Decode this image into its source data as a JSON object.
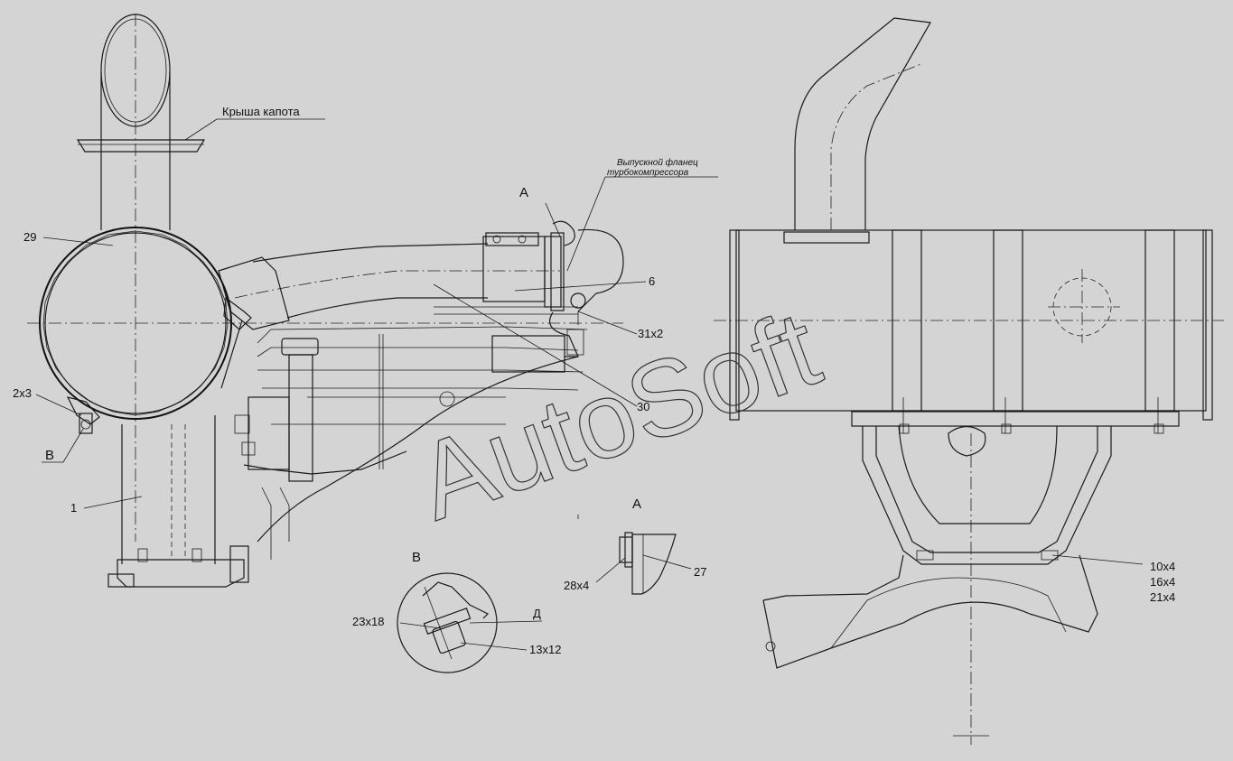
{
  "labels": {
    "hood_roof": "Крыша капота",
    "flange_line1": "Выпускной фланец",
    "flange_line2": "турбокомпрессора",
    "p29": "29",
    "p2x3": "2х3",
    "p1": "1",
    "p6": "6",
    "p31x2": "31х2",
    "p30": "30",
    "p27": "27",
    "p28x4": "28х4",
    "p23x18": "23х18",
    "p13x12": "13х12",
    "pD": "Д",
    "p10x4": "10х4",
    "p16x4": "16х4",
    "p21x4": "21х4"
  },
  "views": {
    "A_top": "А",
    "B_left": "В",
    "A_detail": "А",
    "B_detail": "В"
  },
  "watermark": "AutoSoft"
}
